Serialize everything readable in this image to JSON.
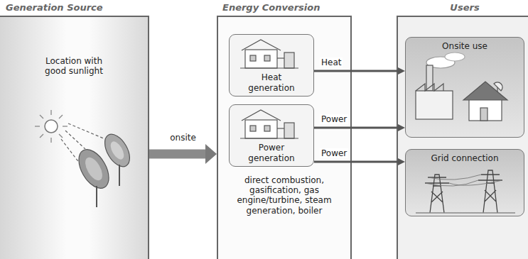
{
  "diagram": {
    "nodes": [
      {
        "text": [
          "Generation Source",
          "Location with good sunlight"
        ]
      },
      {
        "text": [
          "Energy Conversion",
          "direct combustion, gasification, gas engine/turbine, steam generation, boiler"
        ]
      },
      {
        "text": [
          "Heat generation"
        ],
        "in": 1
      },
      {
        "text": [
          "Power generation"
        ],
        "in": 1
      },
      {
        "text": [
          "Users"
        ]
      },
      {
        "text": [
          "Onsite use"
        ],
        "in": 4
      },
      {
        "text": [
          "Grid connection"
        ],
        "in": 4
      }
    ],
    "edges": [
      {
        "from": 0,
        "to": 1,
        "arrow": "to",
        "label": "onsite"
      },
      {
        "from": 2,
        "to": 5,
        "arrow": "to",
        "label": "Heat"
      },
      {
        "from": 3,
        "to": 5,
        "arrow": "to",
        "label": "Power"
      },
      {
        "from": 3,
        "to": 6,
        "arrow": "to",
        "label": "Power"
      }
    ]
  }
}
